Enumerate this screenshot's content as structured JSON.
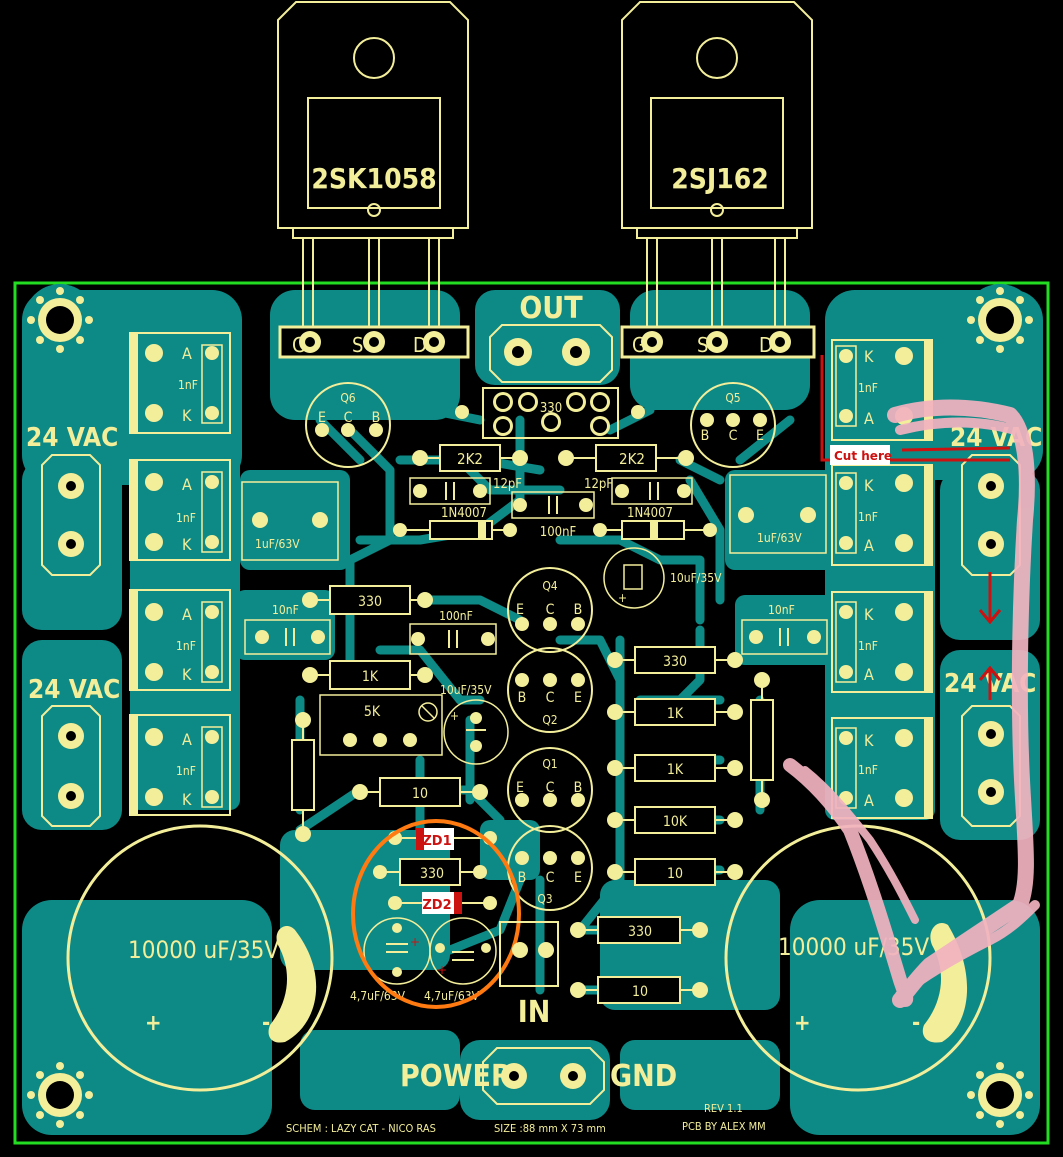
{
  "colors": {
    "background": "#000000",
    "board_outline": "#22dd22",
    "copper": "#0e8a86",
    "silkscreen": "#f3ee9a",
    "marker_orange": "#ff7a10",
    "marker_red": "#cc1111",
    "marker_pink": "#f2b3c0"
  },
  "transistors": {
    "left": {
      "label": "2SK1058",
      "pins": [
        "G",
        "S",
        "D"
      ]
    },
    "right": {
      "label": "2SJ162",
      "pins": [
        "G",
        "S",
        "D"
      ]
    }
  },
  "connectors": {
    "out": "OUT",
    "in": "IN",
    "power": "POWER",
    "gnd": "GND",
    "vac_left_top": "24 VAC",
    "vac_left_bottom": "24 VAC",
    "vac_right_top": "24 VAC",
    "vac_right_bottom": "24 VAC"
  },
  "diodes": {
    "anode": "A",
    "cathode": "K",
    "cap_1nf": "1nF",
    "cap_10nf": "10nF"
  },
  "small_transistors": {
    "q6": {
      "name": "Q6",
      "pins": [
        "E",
        "C",
        "B"
      ]
    },
    "q5": {
      "name": "Q5",
      "pins": [
        "B",
        "C",
        "E"
      ]
    },
    "q4": {
      "name": "Q4",
      "pins": [
        "E",
        "C",
        "B"
      ]
    },
    "q2": {
      "name": "Q2",
      "pins": [
        "B",
        "C",
        "E"
      ]
    },
    "q1": {
      "name": "Q1",
      "pins": [
        "E",
        "C",
        "B"
      ]
    },
    "q3": {
      "name": "Q3",
      "pins": [
        "B",
        "C",
        "E"
      ]
    }
  },
  "components": {
    "r330_top": "330",
    "r2k2_left": "2K2",
    "r2k2_right": "2K2",
    "c12pf_left": "12pF",
    "c12pf_right": "12pF",
    "d1n4007_left": "1N4007",
    "d1n4007_right": "1N4007",
    "c100nf_mid": "100nF",
    "c1uf_left": "1uF/63V",
    "c1uf_right": "1uF/63V",
    "c10uf_top": "10uF/35V",
    "r330_left": "330",
    "c100nf_left": "100nF",
    "r1k_left": "1K",
    "trim_5k": "5K",
    "c10uf_mid": "10uF/35V",
    "r10_left": "10",
    "r330_r1": "330",
    "r1k_r1": "1K",
    "r1k_r2": "1K",
    "r10k": "10K",
    "r10_r": "10",
    "r330_bottom": "330",
    "r10_bottom": "10",
    "zd1": "ZD1",
    "zd2": "ZD2",
    "r330_zd": "330",
    "c47_left": "4,7uF/63V",
    "c47_right": "4,7uF/63V",
    "bigcap_left": "10000 uF/35V",
    "bigcap_right": "10000 uF/35V",
    "plus": "+",
    "minus": "-"
  },
  "annotations": {
    "cut_here": "Cut here"
  },
  "footer": {
    "schem": "SCHEM : LAZY CAT - NICO RAS",
    "size": "SIZE :88 mm X 73 mm",
    "rev": "REV 1.1",
    "pcb_by": "PCB BY ALEX MM"
  }
}
